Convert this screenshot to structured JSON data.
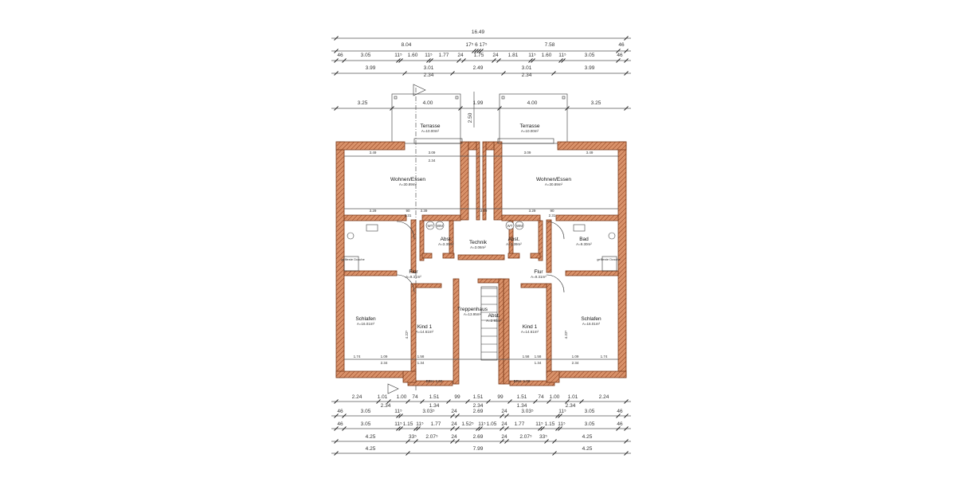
{
  "plan": {
    "wall_color": "#c87a4a",
    "hatch_color": "#8a3a1a",
    "line_color": "#333333"
  },
  "dimensions_top": [
    [
      "16.49"
    ],
    [
      "8.04",
      "17⁵ 6 17⁵",
      "7.58",
      "46"
    ],
    [
      "46",
      "3.05",
      "11⁵",
      "1.60",
      "11⁵",
      "1.77",
      "24",
      "1.75",
      "24",
      "1.81",
      "11⁵",
      "1.60",
      "11⁵",
      "3.05",
      "46"
    ],
    [
      "3.99",
      "3.01",
      "2.49",
      "3.01",
      "3.99"
    ],
    [
      "2.34",
      "2.34"
    ],
    [
      "3.25",
      "4.00",
      "1.99",
      "4.00",
      "3.25",
      "2.50"
    ]
  ],
  "dimensions_bottom": [
    [
      "2.24",
      "1.01",
      "1.00",
      "74",
      "1.51",
      "99",
      "1.51",
      "99",
      "1.51",
      "74",
      "1.00",
      "1.01",
      "2.24"
    ],
    [
      "2.34",
      "1.34",
      "2.34",
      "1.34",
      "2.34"
    ],
    [
      "46",
      "3.05",
      "11⁵",
      "3.03⁵",
      "24",
      "2.69",
      "24",
      "3.03⁵",
      "11⁵",
      "3.05",
      "46"
    ],
    [
      "46",
      "3.05",
      "11⁵",
      "1.15",
      "11⁵",
      "1.77",
      "24",
      "1.52⁵",
      "11⁵",
      "1.05",
      "24",
      "1.77",
      "11⁵",
      "1.15",
      "11⁵",
      "3.05",
      "46"
    ],
    [
      "4.25",
      "33⁵",
      "2.07⁵",
      "24",
      "2.69",
      "24",
      "2.07⁵",
      "33⁵",
      "4.25"
    ],
    [
      "4.25",
      "7.99",
      "4.25"
    ]
  ],
  "rooms": [
    {
      "name": "Terrasse",
      "area": "A=10.00m²"
    },
    {
      "name": "Terrasse",
      "area": "A=10.00m²"
    },
    {
      "name": "Wohnen/Essen",
      "area": "A=30.89m²"
    },
    {
      "name": "Wohnen/Essen",
      "area": "A=30.89m²"
    },
    {
      "name": "Abst.",
      "area": "A=3.30m²"
    },
    {
      "name": "Technik",
      "area": "A=3.06m²"
    },
    {
      "name": "Abst.",
      "area": "A=3.39m²"
    },
    {
      "name": "Bad",
      "area": "A=9.30m²"
    },
    {
      "name": "Flur",
      "area": "A=9.31m²"
    },
    {
      "name": "Flur",
      "area": "A=9.31m²"
    },
    {
      "name": "Schlafen",
      "area": "A=16.01m²"
    },
    {
      "name": "Kind 1",
      "area": "A=14.61m²"
    },
    {
      "name": "Treppenhaus",
      "area": "A=13.95m²"
    },
    {
      "name": "Abst.",
      "area": "A=2.93m²"
    },
    {
      "name": "Kind 1",
      "area": "A=14.61m²"
    },
    {
      "name": "Schlafen",
      "area": "A=16.01m²"
    }
  ],
  "fixture_labels": [
    "geflieste Dusche",
    "geflieste Dusche",
    "WT",
    "WM",
    "WT",
    "WM",
    "BRH. 1,00",
    "BRH. 1,00"
  ],
  "inner_dims": [
    "3.49",
    "3.09",
    "2.34",
    "3.29",
    "3.39",
    "90",
    "2.31",
    "3.49",
    "3.09",
    "3.29",
    "3.39",
    "90",
    "2.31",
    "1.74",
    "1.09",
    "2.34",
    "1.58",
    "1.34",
    "1.58",
    "1.74",
    "1.09",
    "2.34",
    "1.58",
    "1.34",
    "4.22⁵",
    "4.22⁵"
  ]
}
